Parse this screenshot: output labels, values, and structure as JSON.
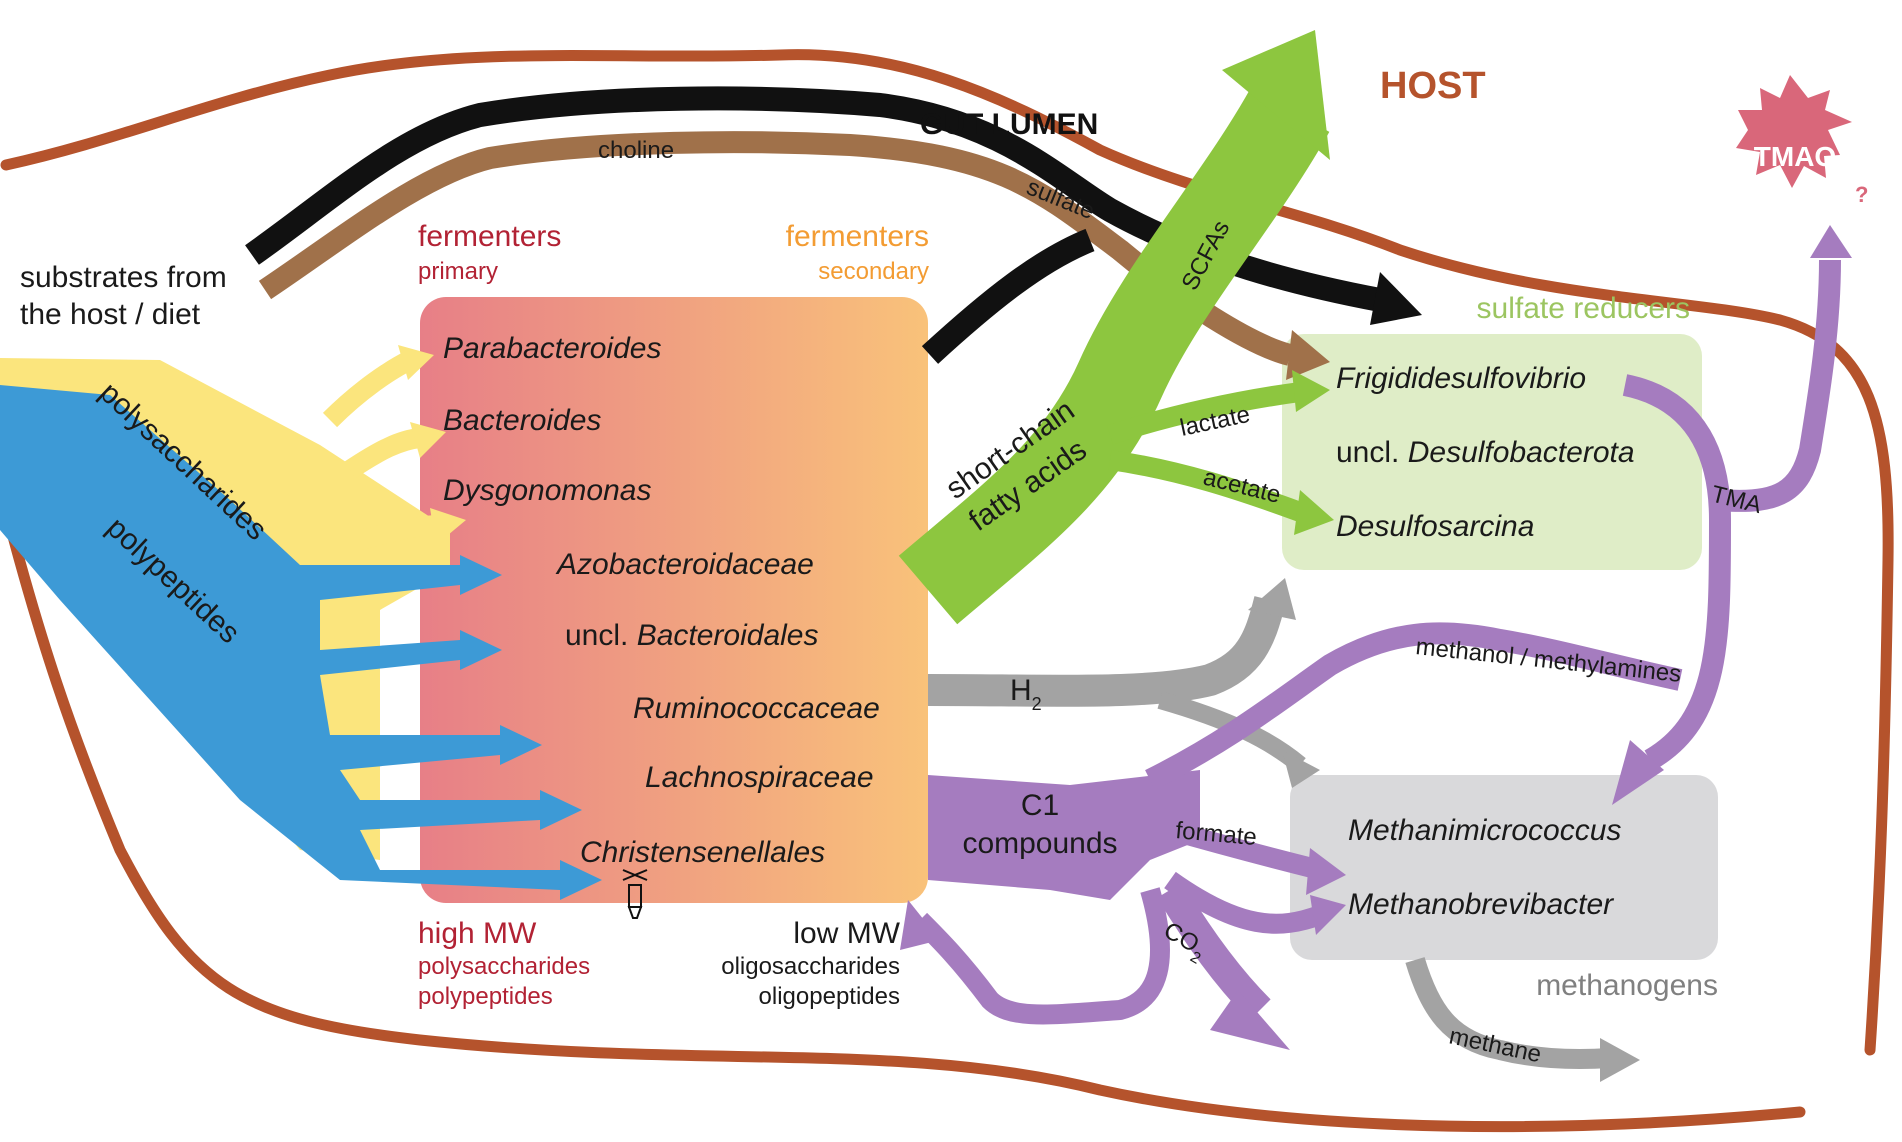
{
  "labels": {
    "host": "HOST",
    "gut_lumen": "GUT LUMEN",
    "substrates_line1": "substrates from",
    "substrates_line2": "the host / diet",
    "fermenters_primary_title": "fermenters",
    "fermenters_primary_sub": "primary",
    "fermenters_secondary_title": "fermenters",
    "fermenters_secondary_sub": "secondary",
    "sulfate_reducers": "sulfate reducers",
    "methanogens": "methanogens",
    "tmao": "TMAO",
    "tmao_q": "?",
    "high_mw_title": "high MW",
    "high_mw_1": "polysaccharides",
    "high_mw_2": "polypeptides",
    "low_mw_title": "low MW",
    "low_mw_1": "oligosaccharides",
    "low_mw_2": "oligopeptides"
  },
  "flows": {
    "choline": "choline",
    "sulfate": "sulfate",
    "scfas": "SCFAs",
    "polysaccharides": "polysaccharides",
    "polypeptides": "polypeptides",
    "scfa_line1": "short-chain",
    "scfa_line2": "fatty acids",
    "lactate": "lactate",
    "acetate": "acetate",
    "tma": "TMA",
    "methanol": "methanol / methylamines",
    "h2": "H",
    "h2_sub": "2",
    "c1_line1": "C1",
    "c1_line2": "compounds",
    "formate": "formate",
    "co2": "CO",
    "co2_sub": "2",
    "methane": "methane"
  },
  "fermenters": [
    {
      "prefix": "",
      "name": "Parabacteroides"
    },
    {
      "prefix": "",
      "name": "Bacteroides"
    },
    {
      "prefix": "",
      "name": "Dysgonomonas"
    },
    {
      "prefix": "",
      "name": "Azobacteroidaceae"
    },
    {
      "prefix": "uncl. ",
      "name": "Bacteroidales"
    },
    {
      "prefix": "",
      "name": "Ruminococcaceae"
    },
    {
      "prefix": "",
      "name": "Lachnospiraceae"
    },
    {
      "prefix": "",
      "name": "Christensenellales"
    }
  ],
  "sulfate_reducer_taxa": [
    {
      "prefix": "",
      "name": "Frigididesulfovibrio"
    },
    {
      "prefix": "uncl. ",
      "name": "Desulfobacterota"
    },
    {
      "prefix": "",
      "name": "Desulfosarcina"
    }
  ],
  "methanogen_taxa": [
    {
      "prefix": "",
      "name": "Methanimicrococcus"
    },
    {
      "prefix": "",
      "name": "Methanobrevibacter"
    }
  ],
  "colors": {
    "host_wall": "#b5532c",
    "polysaccharides": "#fbe57d",
    "polypeptides": "#3d9ad6",
    "scfa": "#8dc63f",
    "choline": "#a0714a",
    "sulfate": "#111111",
    "c1": "#a57cbf",
    "h2": "#a3a3a3",
    "fermenter_box_left": "#e77f87",
    "fermenter_box_right": "#f9c27a",
    "sulfate_box": "#dfedc7",
    "methanogen_box": "#d9d9db",
    "tmao": "#d9677a"
  }
}
